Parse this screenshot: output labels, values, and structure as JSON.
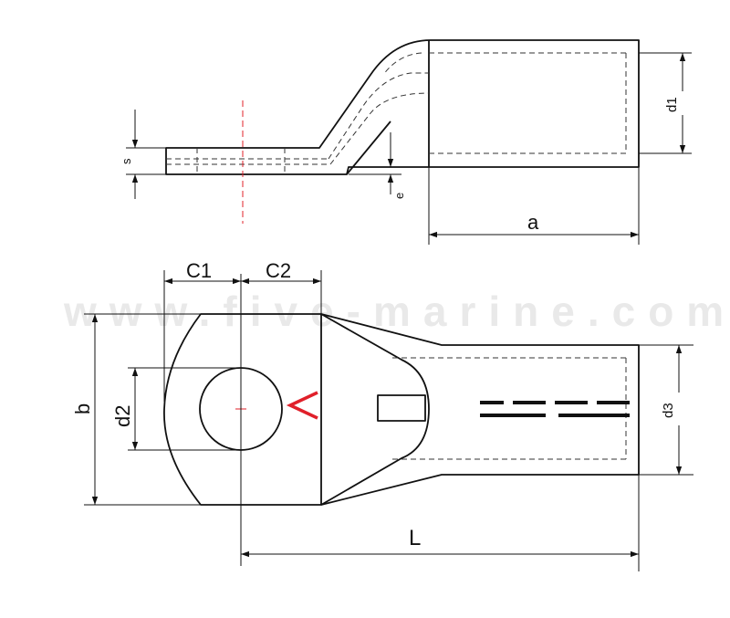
{
  "watermark": "www.five-marine.com",
  "labels": {
    "s": "s",
    "e": "e",
    "a": "a",
    "d1": "d1",
    "C1": "C1",
    "C2": "C2",
    "b": "b",
    "d2": "d2",
    "d3": "d3",
    "L": "L"
  },
  "colors": {
    "outline": "#111111",
    "hidden_line": "#333333",
    "center_line": "#e0202a",
    "marker": "#e0202a",
    "watermark": "#e9e9e9"
  }
}
